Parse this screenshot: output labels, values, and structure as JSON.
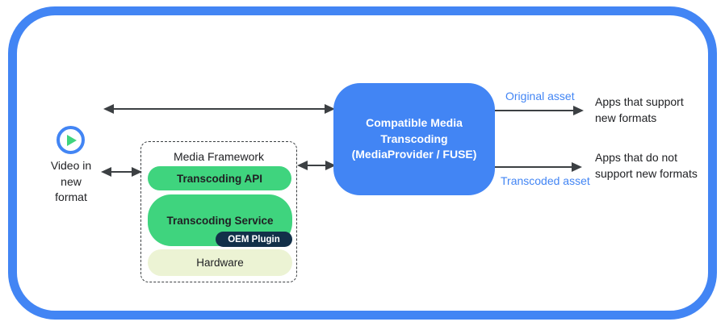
{
  "colors": {
    "accent_blue": "#4285f4",
    "pill_green": "#3fd47e",
    "oem_navy": "#123049",
    "hardware_pale": "#ecf3d4",
    "arrow_gray": "#3c4043",
    "text_dark": "#202124"
  },
  "source": {
    "icon": "play-icon",
    "label_lines": [
      "Video in",
      "new",
      "format"
    ]
  },
  "media_framework": {
    "title": "Media Framework",
    "layers": {
      "api": "Transcoding API",
      "service": "Transcoding Service",
      "oem_plugin": "OEM Plugin",
      "hardware": "Hardware"
    }
  },
  "transcoding_box": {
    "lines": [
      "Compatible Media",
      "Transcoding",
      "(MediaProvider / FUSE)"
    ]
  },
  "outputs": {
    "original": {
      "flow_label": "Original asset",
      "target_lines": [
        "Apps that support",
        "new formats"
      ]
    },
    "transcoded": {
      "flow_label": "Transcoded asset",
      "target_lines": [
        "Apps that do not",
        "support new formats"
      ]
    }
  }
}
